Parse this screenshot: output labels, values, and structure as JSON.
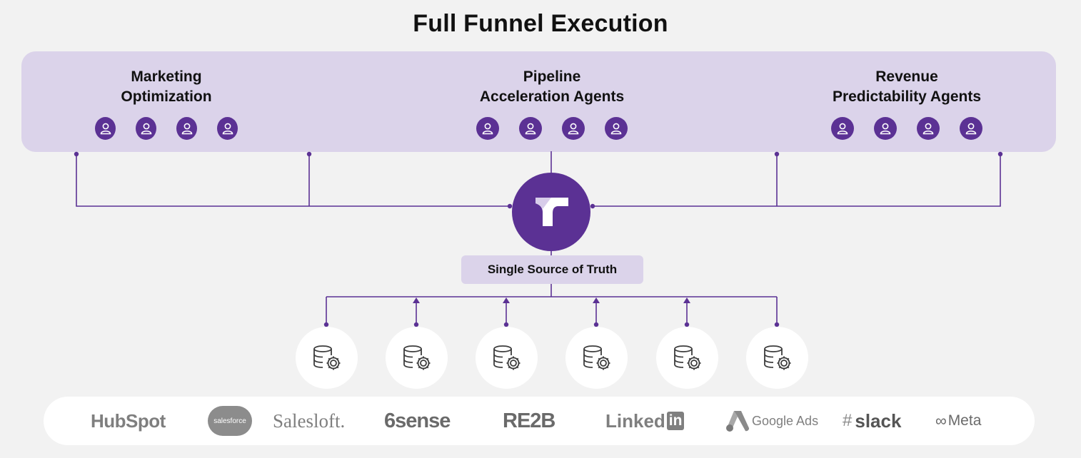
{
  "title": "Full Funnel Execution",
  "colors": {
    "accent": "#5b3194",
    "panel": "#dbd3ea",
    "background": "#f2f2f2",
    "logo_gray": "#7f7f7f"
  },
  "agent_groups": [
    {
      "line1": "Marketing",
      "line2": "Optimization",
      "agent_count": 4,
      "agent_icon": "user-icon"
    },
    {
      "line1": "Pipeline",
      "line2": "Acceleration Agents",
      "agent_count": 4,
      "agent_icon": "user-icon"
    },
    {
      "line1": "Revenue",
      "line2": "Predictability Agents",
      "agent_count": 4,
      "agent_icon": "user-icon"
    }
  ],
  "hub": {
    "icon": "funnel-logo-icon"
  },
  "single_source": {
    "label": "Single Source of Truth"
  },
  "data_sources": {
    "count": 6,
    "icon": "database-gear-icon"
  },
  "logos": [
    {
      "text": "HubSpot"
    },
    {
      "text": "salesforce"
    },
    {
      "text": "Salesloft."
    },
    {
      "text": "6sense"
    },
    {
      "text": "RE2B"
    },
    {
      "text": "Linked",
      "badge": "in"
    },
    {
      "text": "Google Ads"
    },
    {
      "text": "slack"
    },
    {
      "text": "Meta"
    }
  ]
}
